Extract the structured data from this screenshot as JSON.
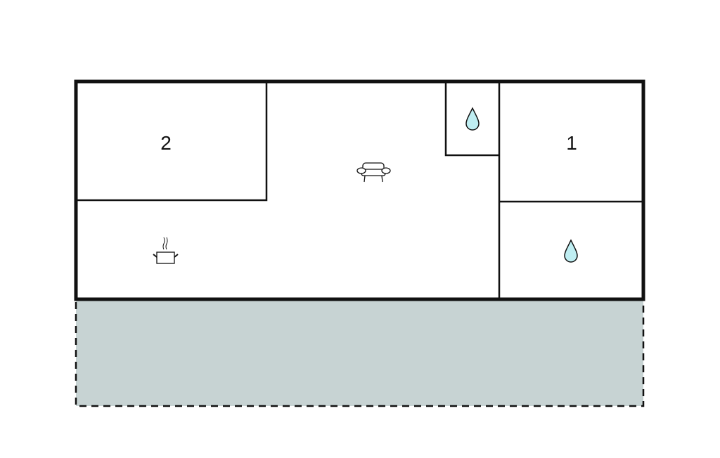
{
  "floorplan": {
    "rooms": [
      {
        "type": "bedroom",
        "label": "2"
      },
      {
        "type": "bedroom",
        "label": "1"
      },
      {
        "type": "living-room",
        "icon": "sofa-icon"
      },
      {
        "type": "kitchen",
        "icon": "cooking-pot-icon"
      },
      {
        "type": "bathroom",
        "icon": "water-drop-icon"
      },
      {
        "type": "bathroom",
        "icon": "water-drop-icon"
      },
      {
        "type": "terrace"
      }
    ],
    "colors": {
      "wall": "#111111",
      "terrace": "#c7d3d3",
      "water": "#bfeef2"
    }
  }
}
